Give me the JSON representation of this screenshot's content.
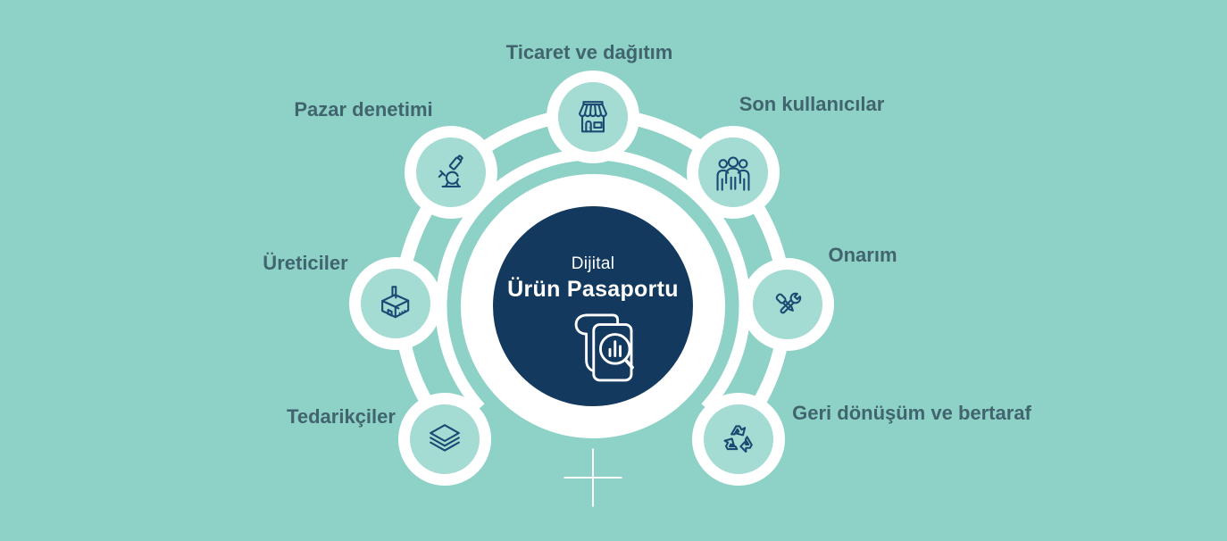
{
  "center": {
    "line1": "Dijital",
    "line2": "Ürün Pasaportu",
    "icon": "document-magnifier-chart-icon"
  },
  "nodes": [
    {
      "label": "Ticaret ve dağıtım",
      "icon": "storefront-icon"
    },
    {
      "label": "Son kullanıcılar",
      "icon": "people-group-icon"
    },
    {
      "label": "Onarım",
      "icon": "repair-tools-icon"
    },
    {
      "label": "Geri dönüşüm ve bertaraf",
      "icon": "recycle-icon"
    },
    {
      "label": "Tedarikçiler",
      "icon": "layers-icon"
    },
    {
      "label": "Üreticiler",
      "icon": "factory-icon"
    },
    {
      "label": "Pazar denetimi",
      "icon": "microscope-icon"
    }
  ],
  "decorations": {
    "plus_marker": "plus-marker-icon"
  },
  "colors": {
    "background": "#8ed1c6",
    "node_fill": "#a4dbd2",
    "ring": "#ffffff",
    "center_fill": "#13395e",
    "icon_stroke": "#1c4a73",
    "label_text": "#41656e",
    "center_text": "#ffffff"
  }
}
